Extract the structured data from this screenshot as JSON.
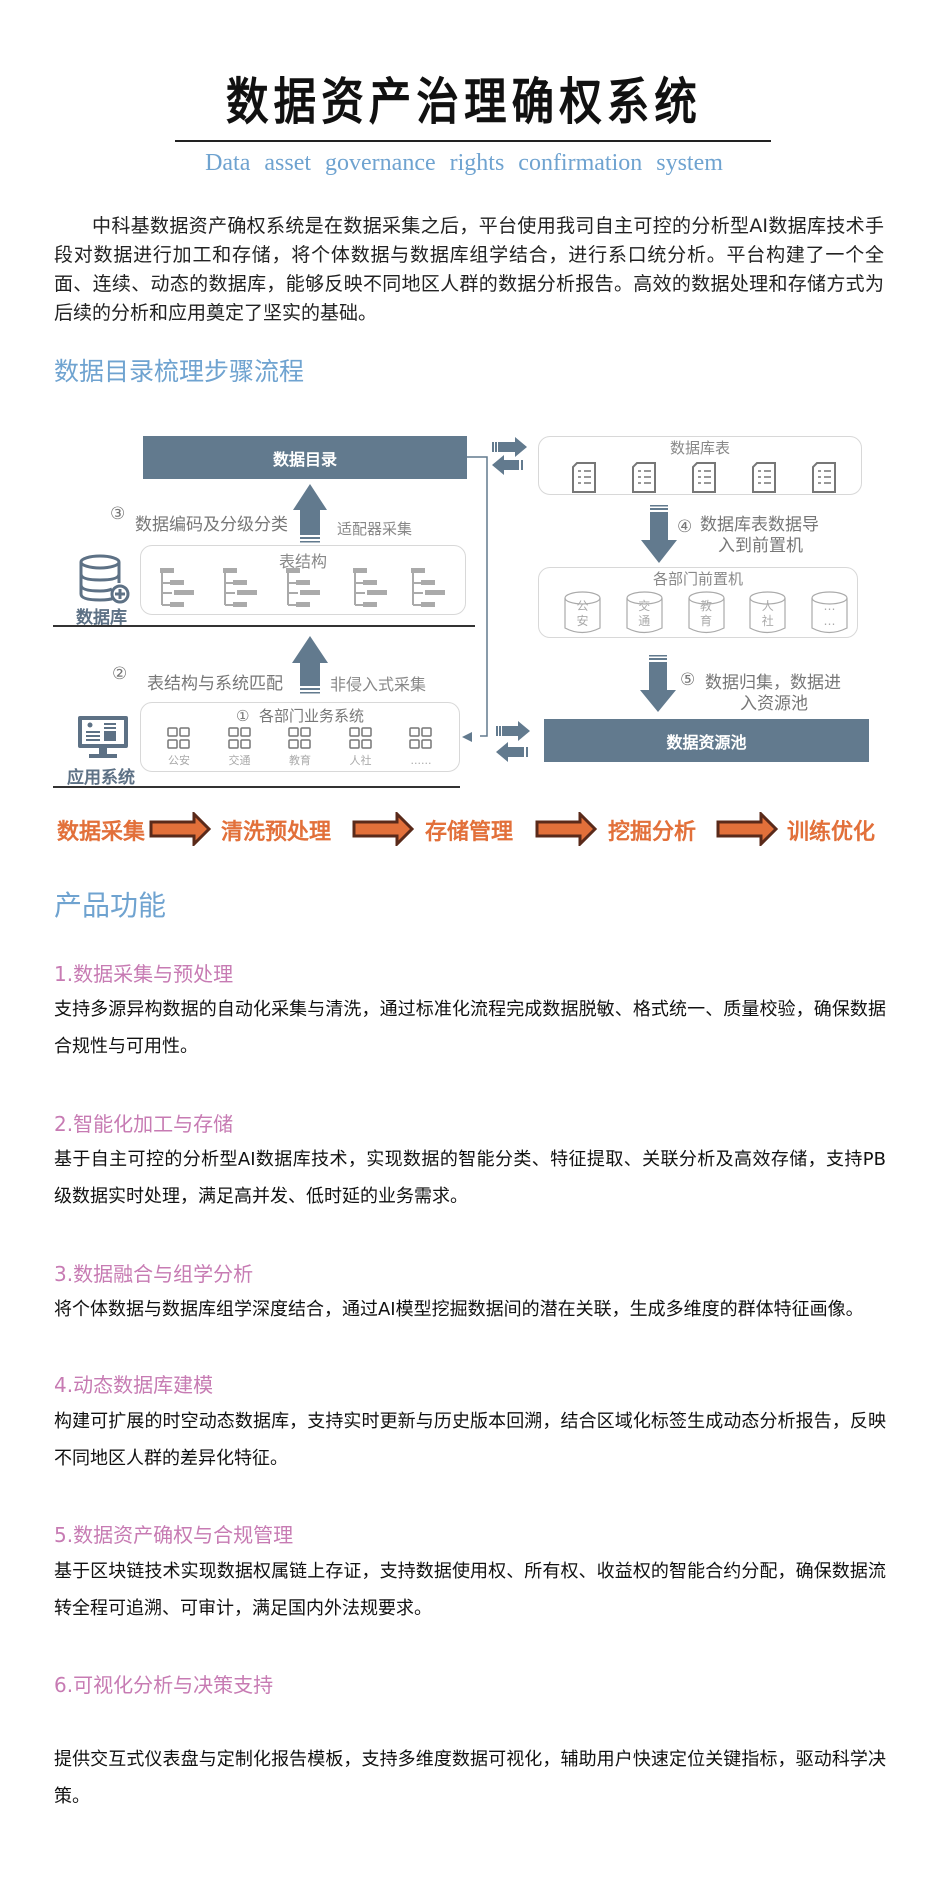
{
  "header": {
    "title": "数据资产治理确权系统",
    "subtitle": "Data asset governance rights confirmation system"
  },
  "intro": "中科基数据资产确权系统是在数据采集之后，平台使用我司自主可控的分析型AI数据库技术手段对数据进行加工和存储，将个体数据与数据库组学结合，进行系口统分析。平台构建了一个全面、连续、动态的数据库，能够反映不同地区人群的数据分析报告。高效的数据处理和存储方式为后续的分析和应用奠定了坚实的基础。",
  "flow": {
    "title": "数据目录梳理步骤流程",
    "catalog": "数据目录",
    "step3_num": "③",
    "step3": "数据编码及分级分类",
    "step3_side": "适配器采集",
    "table_structure": "表结构",
    "database_label": "数据库",
    "step2_num": "②",
    "step2": "表结构与系统匹配",
    "step2_side": "非侵入式采集",
    "step1_num": "①",
    "business": "各部门业务系统",
    "departments": [
      "公安",
      "交通",
      "教育",
      "人社",
      "......"
    ],
    "app_label": "应用系统",
    "db_tables": "数据库表",
    "step4_num": "④",
    "step4_a": "数据库表数据导",
    "step4_b": "入到前置机",
    "frontend": "各部门前置机",
    "cyl_labels": [
      [
        "公",
        "安"
      ],
      [
        "交",
        "通"
      ],
      [
        "教",
        "育"
      ],
      [
        "人",
        "社"
      ],
      [
        "…",
        "…"
      ]
    ],
    "step5_num": "⑤",
    "step5_a": "数据归集，数据进",
    "step5_b": "入资源池",
    "pool": "数据资源池"
  },
  "pipeline": [
    "数据采集",
    "清洗预处理",
    "存储管理",
    "挖掘分析",
    "训练优化"
  ],
  "colors": {
    "box": "#627a8e",
    "accent_orange": "#e2703a",
    "heading_pink": "#c77bb3",
    "heading_blue": "#6fa3d0"
  },
  "products": {
    "title": "产品功能",
    "items": [
      {
        "heading": "1.数据采集与预处理",
        "body": "支持多源异构数据的自动化采集与清洗，通过标准化流程完成数据脱敏、格式统一、质量校验，确保数据合规性与可用性。"
      },
      {
        "heading": "2.智能化加工与存储",
        "body": "基于自主可控的分析型AI数据库技术，实现数据的智能分类、特征提取、关联分析及高效存储，支持PB级数据实时处理，满足高并发、低时延的业务需求。"
      },
      {
        "heading": "3.数据融合与组学分析",
        "body": "将个体数据与数据库组学深度结合，通过AI模型挖掘数据间的潜在关联，生成多维度的群体特征画像。"
      },
      {
        "heading": "4.动态数据库建模",
        "body": "构建可扩展的时空动态数据库，支持实时更新与历史版本回溯，结合区域化标签生成动态分析报告，反映不同地区人群的差异化特征。"
      },
      {
        "heading": "5.数据资产确权与合规管理",
        "body": "基于区块链技术实现数据权属链上存证，支持数据使用权、所有权、收益权的智能合约分配，确保数据流转全程可追溯、可审计，满足国内外法规要求。"
      },
      {
        "heading": "6.可视化分析与决策支持",
        "body": "提供交互式仪表盘与定制化报告模板，支持多维度数据可视化，辅助用户快速定位关键指标，驱动科学决策。"
      }
    ]
  }
}
